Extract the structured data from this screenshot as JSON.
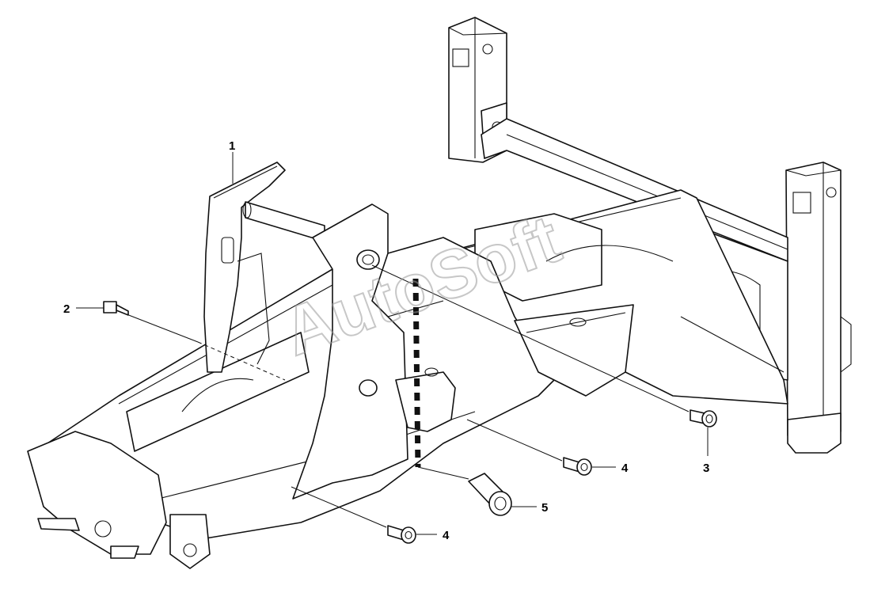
{
  "callouts": [
    {
      "id": "1",
      "label": "1"
    },
    {
      "id": "2",
      "label": "2"
    },
    {
      "id": "3",
      "label": "3"
    },
    {
      "id": "4a",
      "label": "4"
    },
    {
      "id": "4b",
      "label": "4"
    },
    {
      "id": "5",
      "label": "5"
    }
  ],
  "watermark": "AutoSoft"
}
